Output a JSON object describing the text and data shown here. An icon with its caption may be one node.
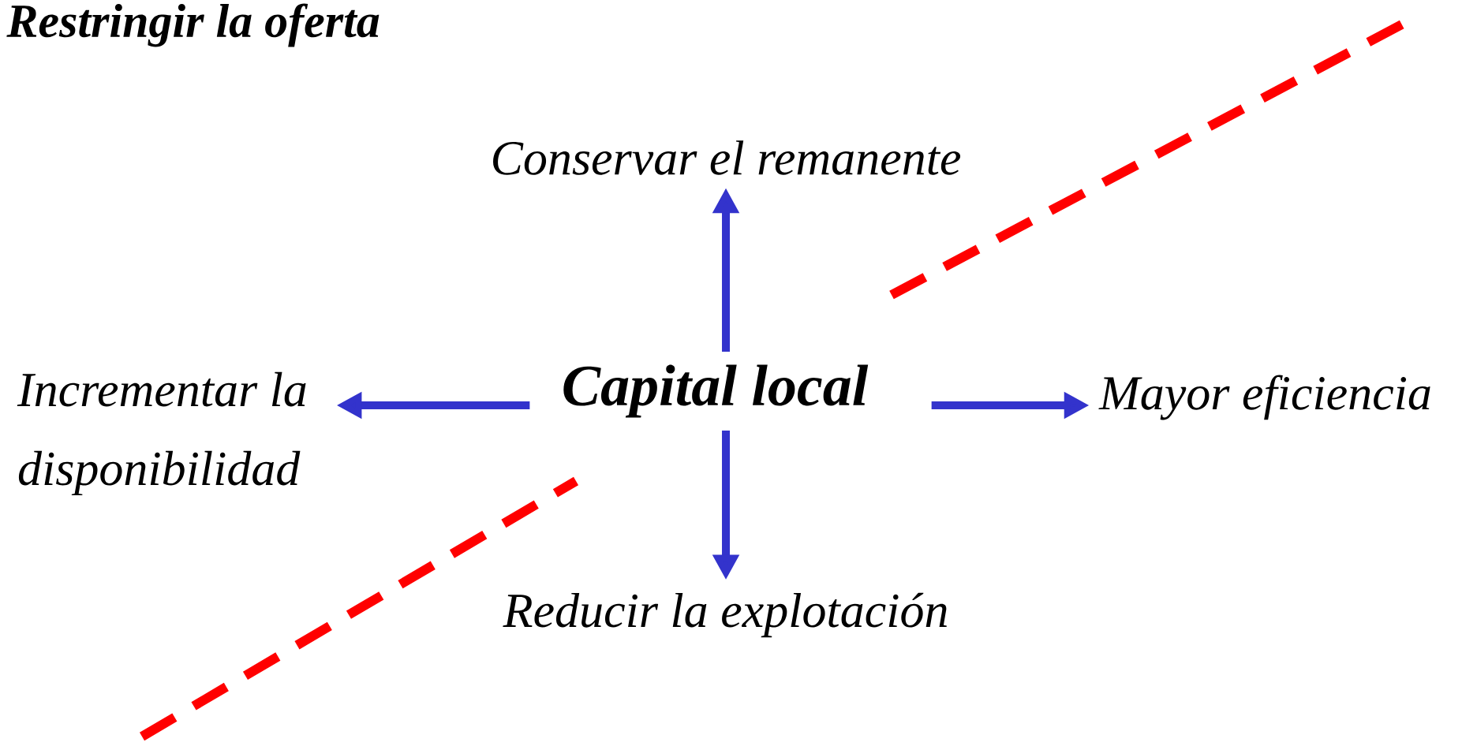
{
  "diagram": {
    "title": "Restringir la oferta",
    "nodes": [
      {
        "text": [
          "Conservar el remanente"
        ]
      },
      {
        "text": [
          "Incrementar la disponibilidad"
        ]
      },
      {
        "text": [
          "Capital local"
        ]
      },
      {
        "text": [
          "Mayor eficiencia"
        ]
      },
      {
        "text": [
          "Reducir la explotación"
        ]
      }
    ],
    "edges": [
      {
        "from": 2,
        "to": 0,
        "arrow": "to"
      },
      {
        "from": 2,
        "to": 1,
        "arrow": "to"
      },
      {
        "from": 2,
        "to": 3,
        "arrow": "to"
      },
      {
        "from": 2,
        "to": 4,
        "arrow": "to"
      }
    ]
  }
}
